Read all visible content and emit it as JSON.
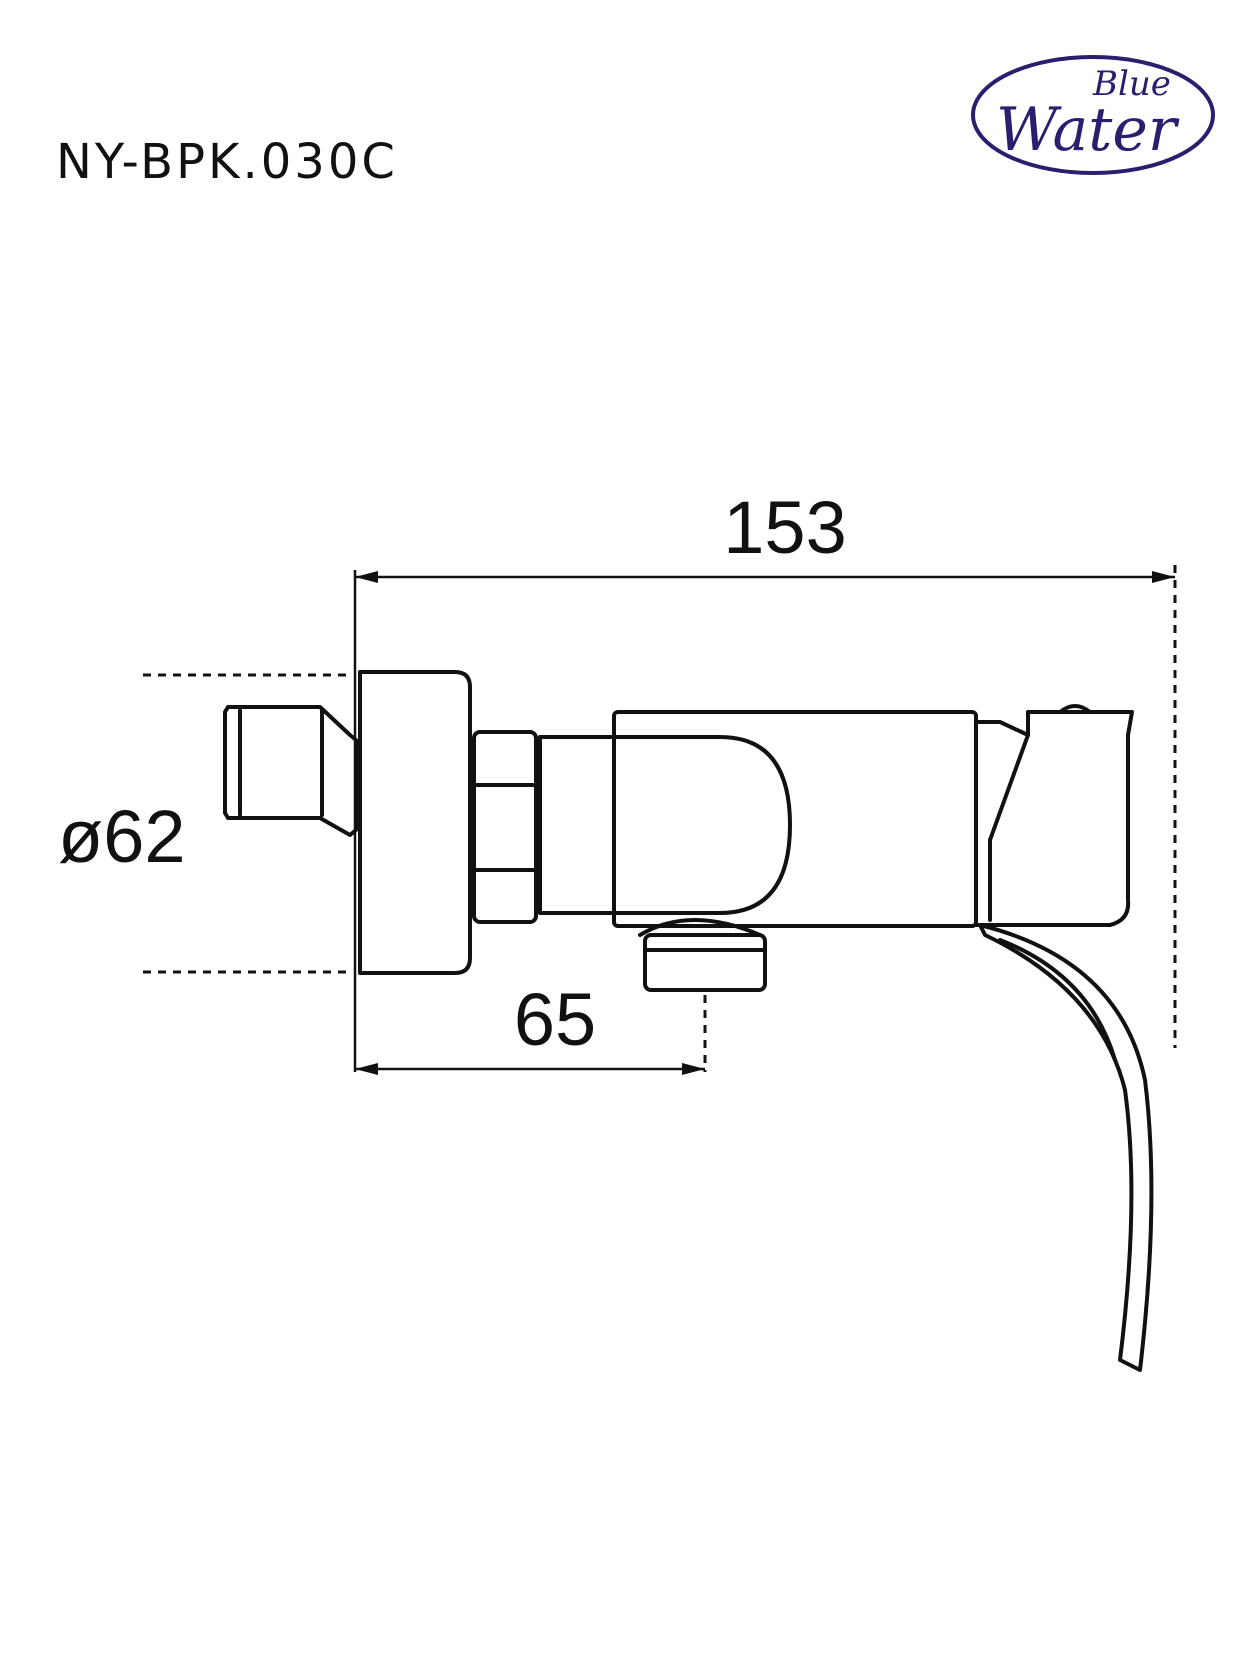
{
  "header": {
    "model_code": "NY-BPK.030C"
  },
  "logo": {
    "line1": "Blue",
    "line2": "Water",
    "color": "#2a1f6e"
  },
  "dimensions": {
    "overall_length": "153",
    "outlet_offset": "65",
    "flange_diameter": "ø62"
  }
}
